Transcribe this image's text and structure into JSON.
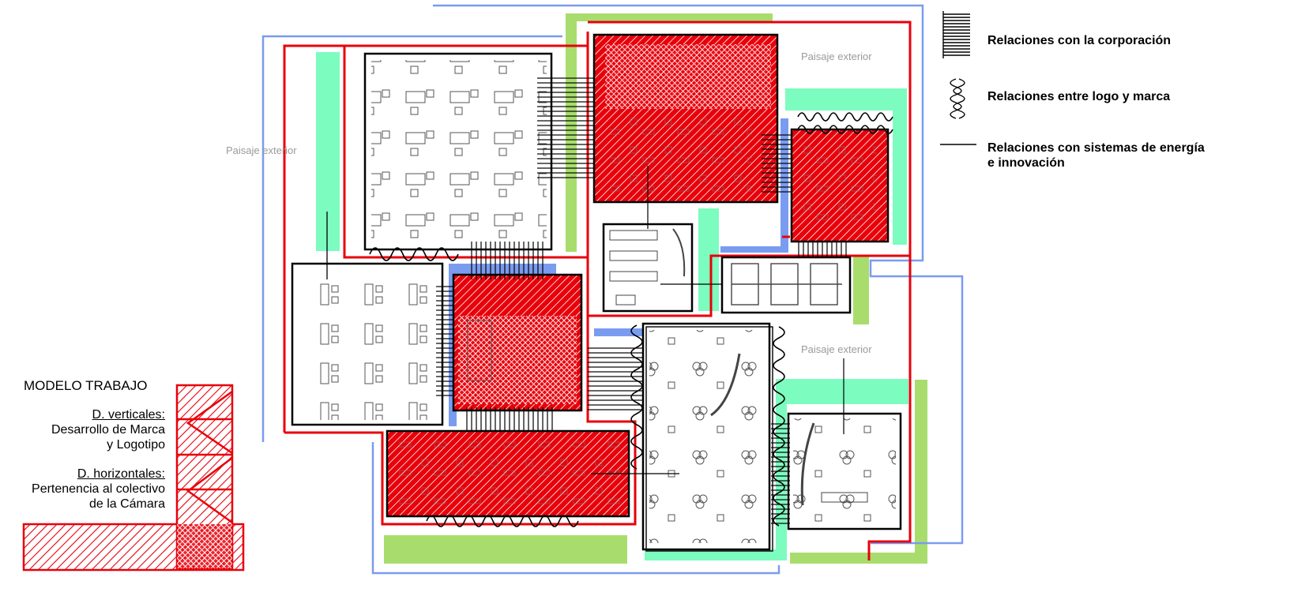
{
  "legend": {
    "corporacion": "Relaciones con la corporación",
    "logo_marca": "Relaciones entre logo y marca",
    "energia_line1": "Relaciones con sistemas de energía",
    "energia_line2": "e innovación"
  },
  "landscape_labels": {
    "left": "Paisaje exterior",
    "top_right": "Paisaje exterior",
    "right": "Paisaje exterior"
  },
  "model": {
    "title": "MODELO TRABAJO",
    "verticales_heading": "D. verticales:",
    "verticales_line1": "Desarrollo de Marca",
    "verticales_line2": "y Logotipo",
    "horizontales_heading": "D. horizontales:",
    "horizontales_line1": "Pertenencia al colectivo",
    "horizontales_line2": "de la Cámara"
  },
  "colors": {
    "red": "#e8000a",
    "blue": "#7a9cf0",
    "green": "#a8dd6e",
    "mint": "#7dfcc0",
    "paper": "#ffffff",
    "ink": "#000000"
  }
}
